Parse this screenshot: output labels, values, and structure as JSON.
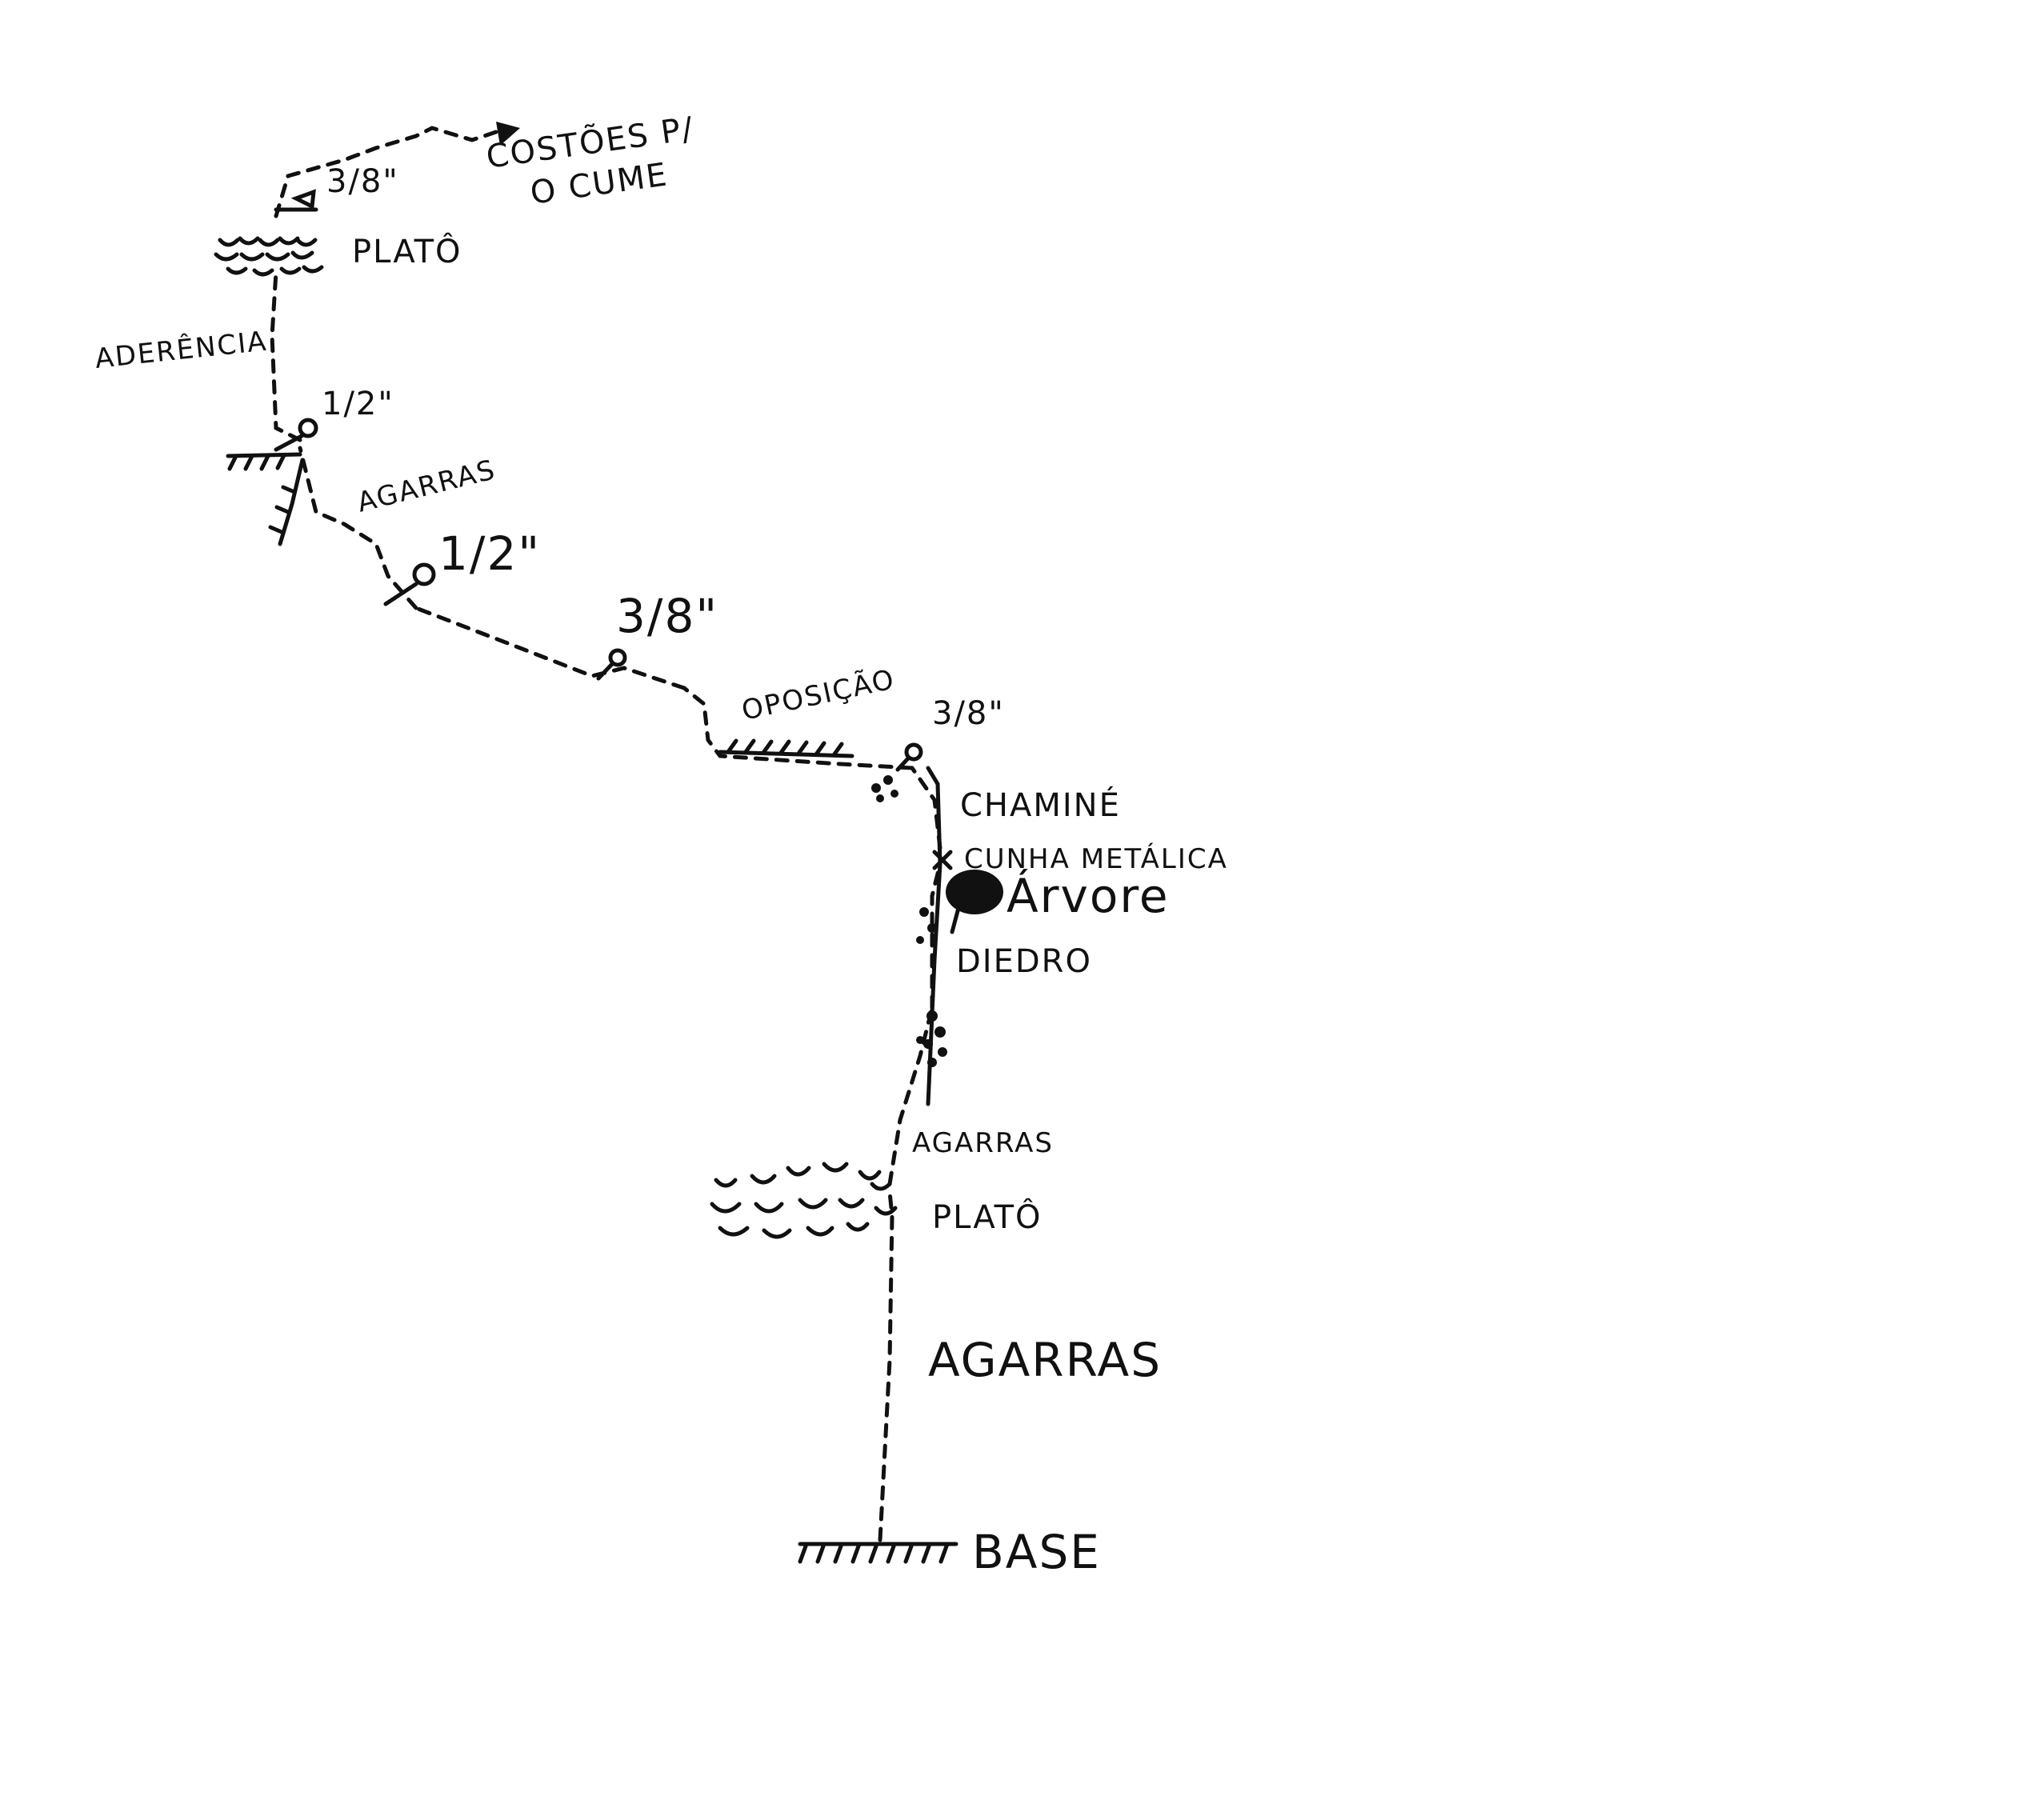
{
  "labels": {
    "costoes_line1": "COSTÕES P/",
    "costoes_line2": "O CUME",
    "bolt_top": "3/8\"",
    "plato_top": "PLATÔ",
    "aderencia": "ADERÊNCIA",
    "bolt_half_1": "1/2\"",
    "agarras_upper": "AGARRAS",
    "bolt_half_2": "1/2\"",
    "bolt_mid": "3/8\"",
    "oposicao": "OPOSIÇÃO",
    "bolt_chimney": "3/8\"",
    "chamine": "CHAMINÉ",
    "cunha": "CUNHA METÁLICA",
    "arvore": "Árvore",
    "diedro": "DIEDRO",
    "agarras_mid": "AGARRAS",
    "plato_low": "PLATÔ",
    "agarras_low": "AGARRAS",
    "base": "BASE"
  },
  "colors": {
    "ink": "#111111",
    "paper": "#ffffff"
  }
}
